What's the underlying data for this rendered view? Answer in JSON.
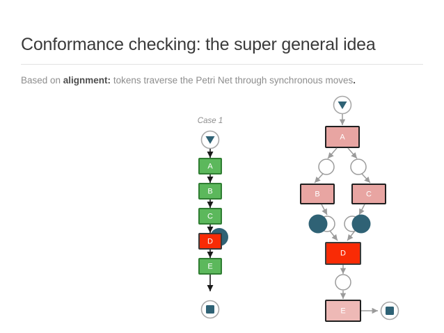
{
  "slide": {
    "title": "Conformance checking: the super general idea",
    "subtitle": {
      "prefix": "Based on ",
      "keyword": "alignment:",
      "rest": " tokens traverse the Petri Net through synchronous moves",
      "terminator": "."
    }
  },
  "colors": {
    "green_fill": "#5cb85c",
    "green_border": "#2f7d32",
    "red_fill": "#f92b05",
    "red_border": "#3a3a3a",
    "pink_fill": "#e8a5a2",
    "pink_light_fill": "#eeb9b6",
    "pink_border": "#1f1f1f",
    "token_fill": "#2f6275",
    "place_stroke": "#9b9b9b",
    "arrow_dark": "#1a1a1a",
    "arrow_light": "#9b9b9b",
    "marker_stroke": "#a8a8a8",
    "divider": "#e2e2e2",
    "title_text": "#3a3a3a",
    "subtitle_text": "#8d8d8d",
    "case_label_text": "#8c8c8c"
  },
  "trace": {
    "case_label": "Case 1",
    "start_marker": "start-marker",
    "end_marker": "end-marker",
    "events": [
      {
        "label": "A",
        "state": "fit"
      },
      {
        "label": "B",
        "state": "fit"
      },
      {
        "label": "C",
        "state": "fit"
      },
      {
        "label": "D",
        "state": "deviation"
      },
      {
        "label": "E",
        "state": "fit"
      }
    ],
    "tokens": 1
  },
  "petri_net": {
    "start_marker": "start-marker",
    "end_marker": "end-marker",
    "transitions": [
      {
        "label": "A",
        "state": "executed"
      },
      {
        "label": "B",
        "state": "executed"
      },
      {
        "label": "C",
        "state": "executed"
      },
      {
        "label": "D",
        "state": "blocked"
      },
      {
        "label": "E",
        "state": "pending"
      }
    ],
    "places": [
      {
        "name": "place-after-a-left",
        "tokens": 0
      },
      {
        "name": "place-after-a-right",
        "tokens": 0
      },
      {
        "name": "place-after-b",
        "tokens": 1
      },
      {
        "name": "place-after-c",
        "tokens": 1
      },
      {
        "name": "place-after-d",
        "tokens": 0
      }
    ],
    "token_count": 2
  }
}
